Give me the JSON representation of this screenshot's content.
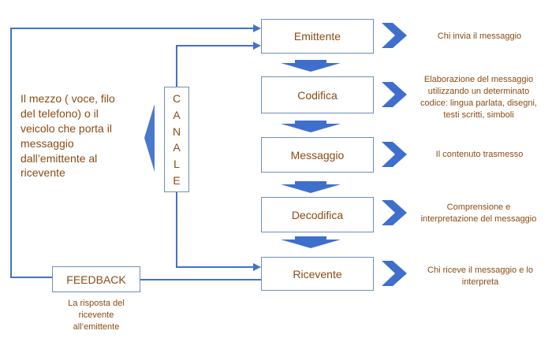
{
  "stages": [
    {
      "id": "emittente",
      "label": "Emittente",
      "note": [
        "Chi invia il messaggio"
      ]
    },
    {
      "id": "codifica",
      "label": "Codifica",
      "note": [
        "Elaborazione del messaggio",
        "utilizzando un determinato",
        "codice: lingua parlata, disegni,",
        "testi scritti, simboli"
      ]
    },
    {
      "id": "messaggio",
      "label": "Messaggio",
      "note": [
        "Il contenuto trasmesso"
      ]
    },
    {
      "id": "decodifica",
      "label": "Decodifica",
      "note": [
        "Comprensione e",
        "interpretazione del messaggio"
      ]
    },
    {
      "id": "ricevente",
      "label": "Ricevente",
      "note": [
        "Chi riceve il messaggio e lo",
        "interpreta"
      ]
    }
  ],
  "canale": {
    "letters": [
      "C",
      "A",
      "N",
      "A",
      "L",
      "E"
    ]
  },
  "canale_description": "Il mezzo ( voce, filo del telefono) o il veicolo che porta il messaggio dall’emittente al ricevente",
  "feedback": {
    "label": "FEEDBACK",
    "note": [
      "La risposta del",
      "ricevente",
      "all’emittente"
    ]
  },
  "colors": {
    "line": "#4472c4",
    "arrow": "#3f6fcd",
    "text": "#8a4b14",
    "border": "#6f8fb8"
  }
}
